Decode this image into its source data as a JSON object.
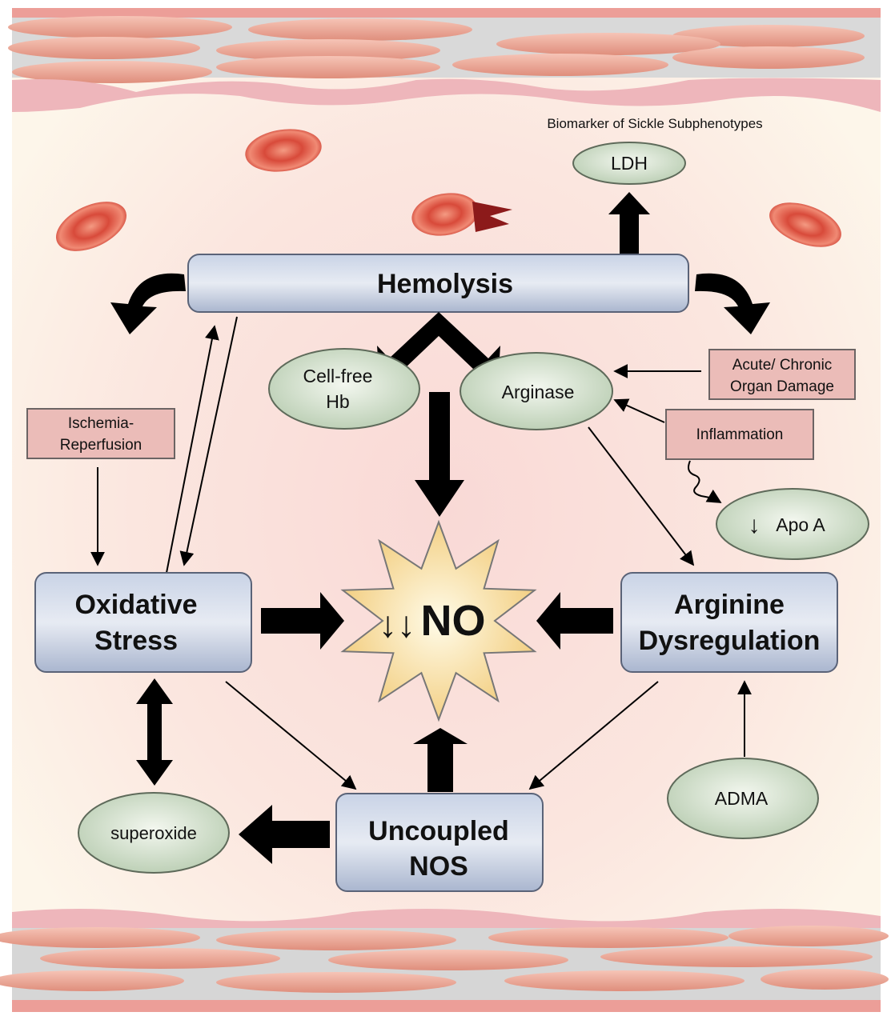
{
  "diagram": {
    "title_note": "Biomarker of Sickle Subphenotypes",
    "nodes": {
      "hemolysis": "Hemolysis",
      "oxidative_stress": [
        "Oxidative",
        "Stress"
      ],
      "arginine_dysregulation": [
        "Arginine",
        "Dysregulation"
      ],
      "uncoupled_nos": [
        "Uncoupled",
        "NOS"
      ],
      "no_center": "NO",
      "no_center_prefix": "↓↓"
    },
    "ovals": {
      "ldh": "LDH",
      "cell_free_hb": [
        "Cell-free",
        "Hb"
      ],
      "arginase": "Arginase",
      "apo_a": "Apo A",
      "apo_a_prefix": "↓",
      "adma": "ADMA",
      "superoxide": "superoxide"
    },
    "factors": {
      "ischemia_reperfusion": [
        "Ischemia-",
        "Reperfusion"
      ],
      "organ_damage": [
        "Acute/ Chronic",
        "Organ Damage"
      ],
      "inflammation": "Inflammation"
    },
    "colors": {
      "background": "#fdf6ea",
      "background_center": "#f8dcd8",
      "process_box": "#b8c4dc",
      "oval": "#d6e2cf",
      "factor_box": "#e9b8b4",
      "starburst": "#f4d48c",
      "arrow": "#000000",
      "rbc": "#d8443a",
      "vessel_cell": "#e9a394"
    }
  }
}
